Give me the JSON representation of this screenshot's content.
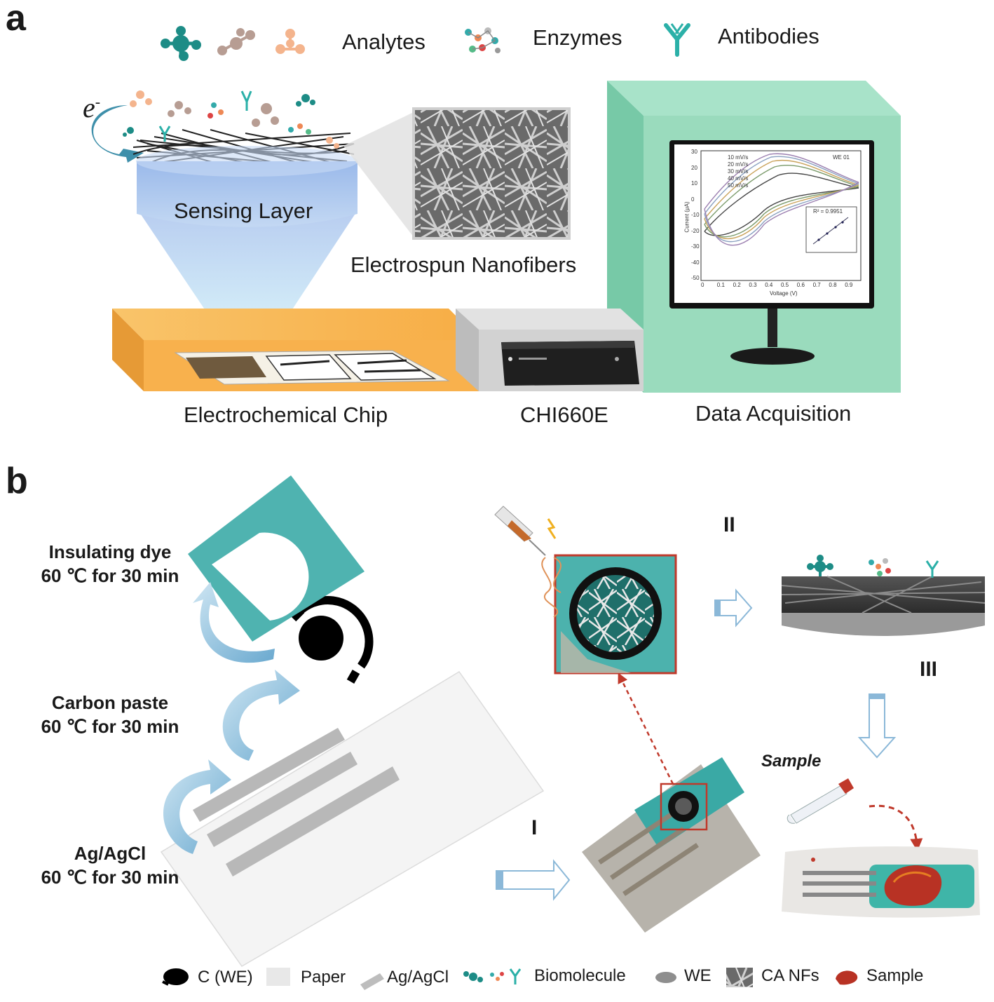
{
  "panel_a": {
    "letter": "a",
    "legend": {
      "analytes": "Analytes",
      "enzymes": "Enzymes",
      "antibodies": "Antibodies"
    },
    "electron": "e",
    "electron_sup": "-",
    "sensing_layer": "Sensing Layer",
    "nanofibers": "Electrospun Nanofibers",
    "chip": "Electrochemical Chip",
    "instrument": "CHI660E",
    "data_acq": "Data Acquisition",
    "monitor_plot": {
      "xlabel": "Voltage (V)",
      "ylabel": "Current (μA)",
      "tag": "WE 01",
      "series": [
        "10 mV/s",
        "20 mV/s",
        "30 mV/s",
        "40 mV/s",
        "50 mV/s"
      ],
      "ytick_labels": [
        "30",
        "20",
        "10",
        "0",
        "-10",
        "-20",
        "-30",
        "-40",
        "-50"
      ],
      "xtick_labels": [
        "0",
        "0.1",
        "0.2",
        "0.3",
        "0.4",
        "0.5",
        "0.6",
        "0.7",
        "0.8",
        "0.9"
      ],
      "inset_r2": "R² = 0.9951"
    }
  },
  "panel_b": {
    "letter": "b",
    "step1": {
      "line1": "Insulating dye",
      "line2": "60 ℃ for 30 min"
    },
    "step2": {
      "line1": "Carbon paste",
      "line2": "60 ℃ for 30 min"
    },
    "step3": {
      "line1": "Ag/AgCl",
      "line2": "60 ℃ for 30 min"
    },
    "roman_i": "I",
    "roman_ii": "II",
    "roman_iii": "III",
    "sample": "Sample"
  },
  "legend": [
    "C (WE)",
    "Paper",
    "Ag/AgCl",
    "Biomolecule",
    "WE",
    "CA NFs",
    "Sample"
  ],
  "colors": {
    "teal": "#4fb3b0",
    "chip_orange": "#f7b04c",
    "box_green": "#8fd7b5",
    "sensing_blue": "#a9c6ef",
    "arrow_blue": "#8ec4e0",
    "sample_red": "#c0392b"
  }
}
